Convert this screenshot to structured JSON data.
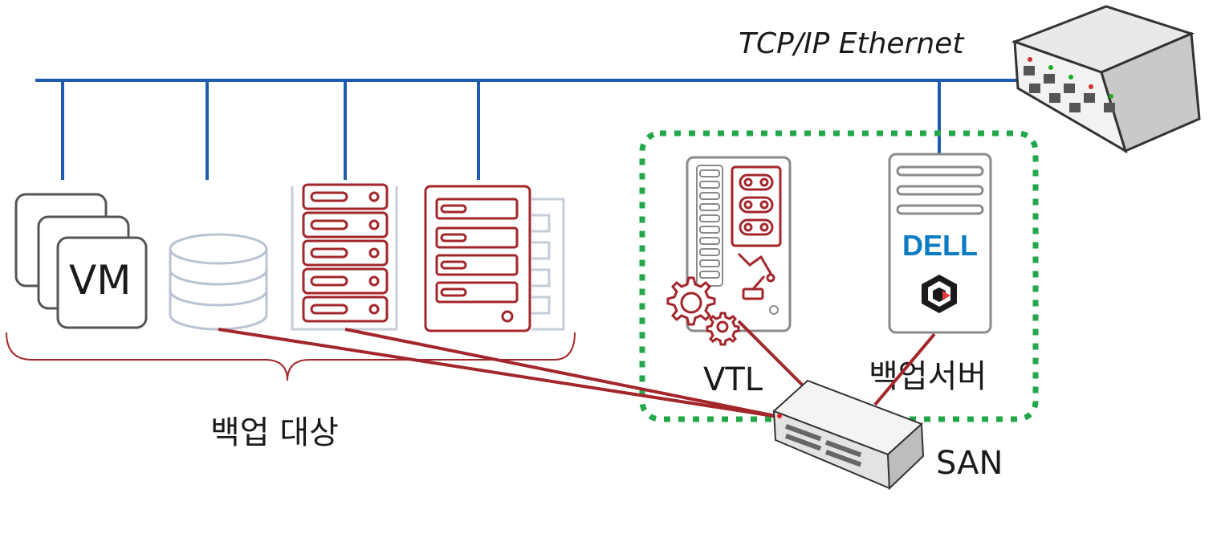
{
  "network": {
    "label": "TCP/IP Ethernet"
  },
  "backup_targets": {
    "label": "백업 대상",
    "vm_label": "VM"
  },
  "vtl": {
    "label": "VTL"
  },
  "backup_server": {
    "label": "백업서버",
    "brand": "DELL"
  },
  "san": {
    "label": "SAN"
  },
  "colors": {
    "ethernet_line": "#1f5cb0",
    "san_line": "#a3262b",
    "appliance_box": "#22a84a",
    "red_device": "#a3262b",
    "gray_device": "#8a8a8a",
    "light_device": "#b9c3d3",
    "dell_blue": "#0b7cc1"
  }
}
